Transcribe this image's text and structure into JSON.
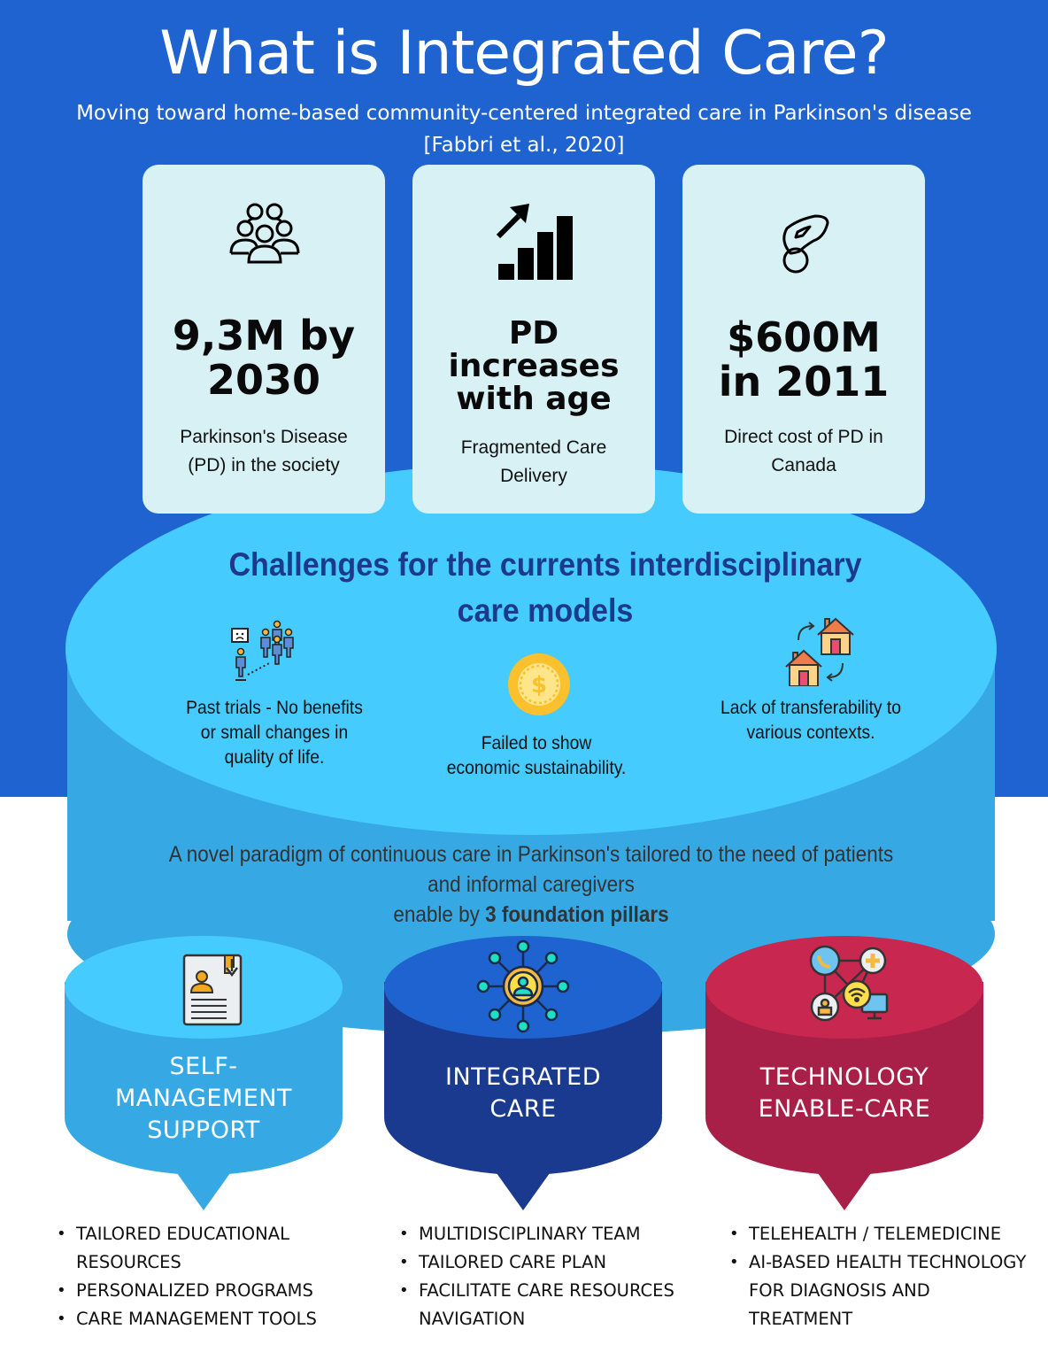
{
  "header": {
    "title": "What is Integrated Care?",
    "subtitle_line1": "Moving toward home-based community-centered integrated care in Parkinson's disease",
    "subtitle_line2": "[Fabbri et al., 2020]"
  },
  "colors": {
    "background_blue": "#1f63d0",
    "card_bg": "#d8f1f5",
    "cylinder_top": "#45cbfe",
    "cylinder_side": "#36a9e5",
    "heading_navy": "#1b3a8c",
    "pillar_self_management": "#36a9e5",
    "pillar_integrated": "#1a3a8f",
    "pillar_technology": "#a82047"
  },
  "stat_cards": [
    {
      "icon": "group-of-people-icon",
      "headline_line1": "9,3M by",
      "headline_line2": "2030",
      "description_line1": "Parkinson's Disease",
      "description_line2": "(PD) in the society"
    },
    {
      "icon": "rising-bar-chart-icon",
      "headline_line1": "PD",
      "headline_line2": "increases",
      "headline_line3": "with age",
      "description_line1": "Fragmented Care",
      "description_line2": "Delivery"
    },
    {
      "icon": "hand-with-coin-icon",
      "headline_line1": "$600M",
      "headline_line2": "in 2011",
      "description_line1": "Direct cost of PD in",
      "description_line2": "Canada"
    }
  ],
  "challenges": {
    "title_line1": "Challenges for the currents interdisciplinary",
    "title_line2": "care models",
    "items": [
      {
        "icon": "unhappy-group-icon",
        "line1": "Past trials - No benefits",
        "line2": "or small changes in",
        "line3": "quality of life."
      },
      {
        "icon": "dollar-coin-icon",
        "line1": "Failed to show",
        "line2": "economic sustainability."
      },
      {
        "icon": "houses-exchange-icon",
        "line1": "Lack of transferability to",
        "line2": "various contexts."
      }
    ]
  },
  "paradigm": {
    "line1": "A novel paradigm of continuous care in Parkinson's tailored to the need of patients",
    "line2": "and informal caregivers",
    "line3_prefix": "enable by ",
    "line3_bold": "3 foundation pillars"
  },
  "pillars": [
    {
      "icon": "profile-document-download-icon",
      "label_line1": "SELF-",
      "label_line2": "MANAGEMENT",
      "label_line3": "SUPPORT",
      "bullets": [
        "TAILORED EDUCATIONAL RESOURCES",
        "PERSONALIZED PROGRAMS",
        "CARE MANAGEMENT TOOLS"
      ]
    },
    {
      "icon": "person-network-hub-icon",
      "label_line1": "INTEGRATED",
      "label_line2": "CARE",
      "bullets": [
        "MULTIDISCIPLINARY TEAM",
        "TAILORED CARE PLAN",
        "FACILITATE CARE RESOURCES NAVIGATION"
      ]
    },
    {
      "icon": "telehealth-network-icon",
      "label_line1": "TECHNOLOGY",
      "label_line2": "ENABLE-CARE",
      "bullets": [
        "TELEHEALTH / TELEMEDICINE",
        "AI-BASED HEALTH TECHNOLOGY FOR DIAGNOSIS AND TREATMENT"
      ]
    }
  ]
}
